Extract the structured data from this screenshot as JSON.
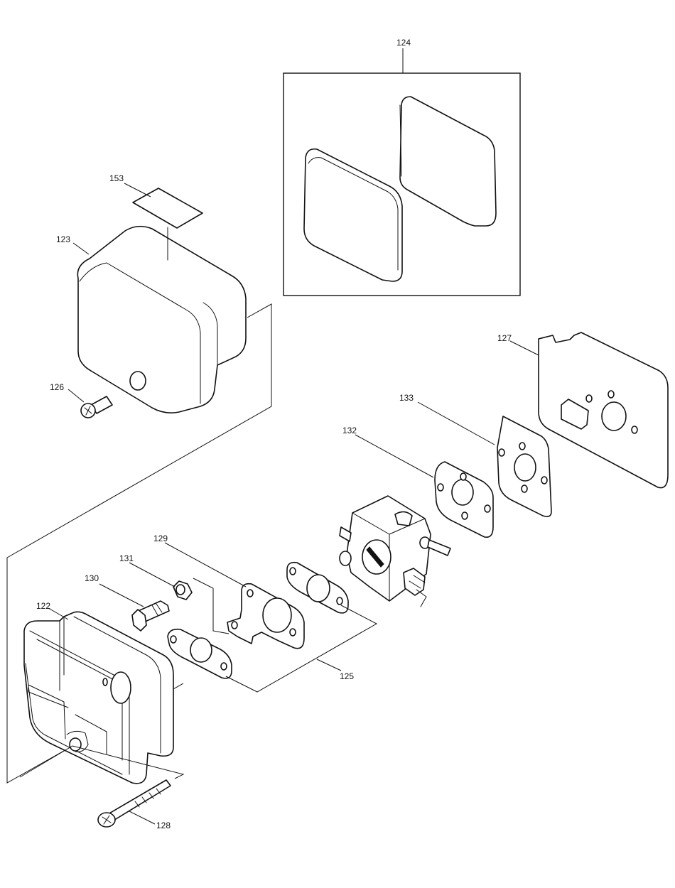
{
  "labels": {
    "p124": "124",
    "p153": "153",
    "p123": "123",
    "p126": "126",
    "p127": "127",
    "p133": "133",
    "p132": "132",
    "p129": "129",
    "p131": "131",
    "p130": "130",
    "p122": "122",
    "p125": "125",
    "p128": "128"
  },
  "colors": {
    "ink": "#111111",
    "paper": "#ffffff"
  }
}
